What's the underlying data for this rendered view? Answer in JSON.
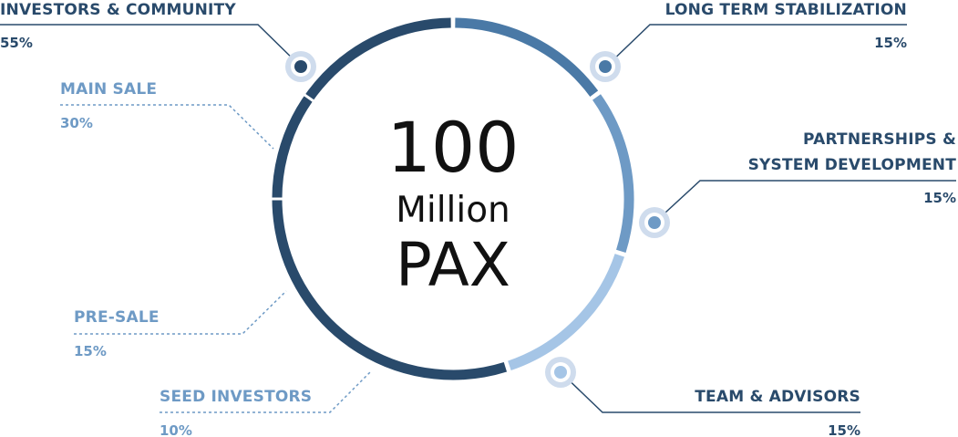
{
  "chart_data": {
    "type": "pie",
    "center_text": {
      "value": "100",
      "unit": "Million",
      "token": "PAX"
    },
    "outer_slices": [
      {
        "name": "INVESTORS & COMMUNITY",
        "label": "55%",
        "value": 55,
        "color": "#294a6b"
      },
      {
        "name": "LONG TERM STABILIZATION",
        "label": "15%",
        "value": 15,
        "color": "#4a79a6"
      },
      {
        "name": "PARTNERSHIPS & SYSTEM DEVELOPMENT",
        "label": "15%",
        "value": 15,
        "color": "#6e9ac5"
      },
      {
        "name": "TEAM & ADVISORS",
        "label": "15%",
        "value": 15,
        "color": "#a5c5e6"
      }
    ],
    "sub_breakdown": [
      {
        "name": "MAIN SALE",
        "label": "30%",
        "value": 30
      },
      {
        "name": "PRE-SALE",
        "label": "15%",
        "value": 15
      },
      {
        "name": "SEED INVESTORS",
        "label": "10%",
        "value": 10
      }
    ],
    "colors": {
      "dark": "#294a6b",
      "sub": "#6e9ac5",
      "halo": "#cfdced"
    }
  }
}
